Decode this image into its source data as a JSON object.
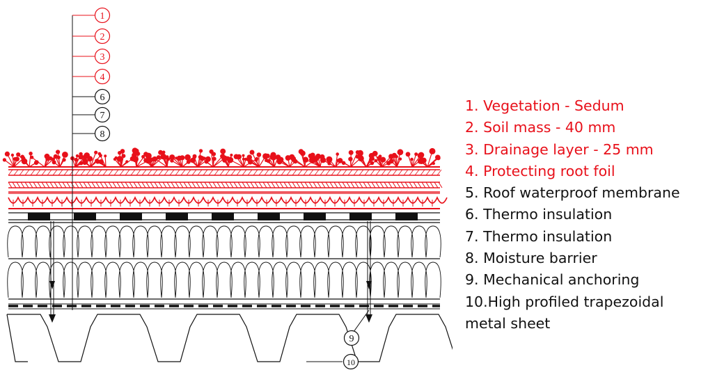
{
  "colors": {
    "highlight": "#e8101a",
    "ink": "#111111"
  },
  "callouts": [
    {
      "num": "1",
      "color": "#e8101a"
    },
    {
      "num": "2",
      "color": "#e8101a"
    },
    {
      "num": "3",
      "color": "#e8101a"
    },
    {
      "num": "4",
      "color": "#e8101a"
    },
    {
      "num": "6",
      "color": "#111111"
    },
    {
      "num": "7",
      "color": "#111111"
    },
    {
      "num": "8",
      "color": "#111111"
    },
    {
      "num": "9",
      "color": "#111111"
    },
    {
      "num": "10",
      "color": "#111111"
    }
  ],
  "legend": [
    {
      "text": "1. Vegetation - Sedum",
      "color": "#e8101a"
    },
    {
      "text": "2. Soil mass - 40 mm",
      "color": "#e8101a"
    },
    {
      "text": "3. Drainage layer - 25 mm",
      "color": "#e8101a"
    },
    {
      "text": "4. Protecting root foil",
      "color": "#e8101a"
    },
    {
      "text": "5. Roof waterproof membrane",
      "color": "#111111"
    },
    {
      "text": "6. Thermo insulation",
      "color": "#111111"
    },
    {
      "text": "7. Thermo insulation",
      "color": "#111111"
    },
    {
      "text": "8. Moisture barrier",
      "color": "#111111"
    },
    {
      "text": "9. Mechanical anchoring",
      "color": "#111111"
    },
    {
      "text": "10.High profiled trapezoidal metal sheet",
      "color": "#111111"
    }
  ]
}
